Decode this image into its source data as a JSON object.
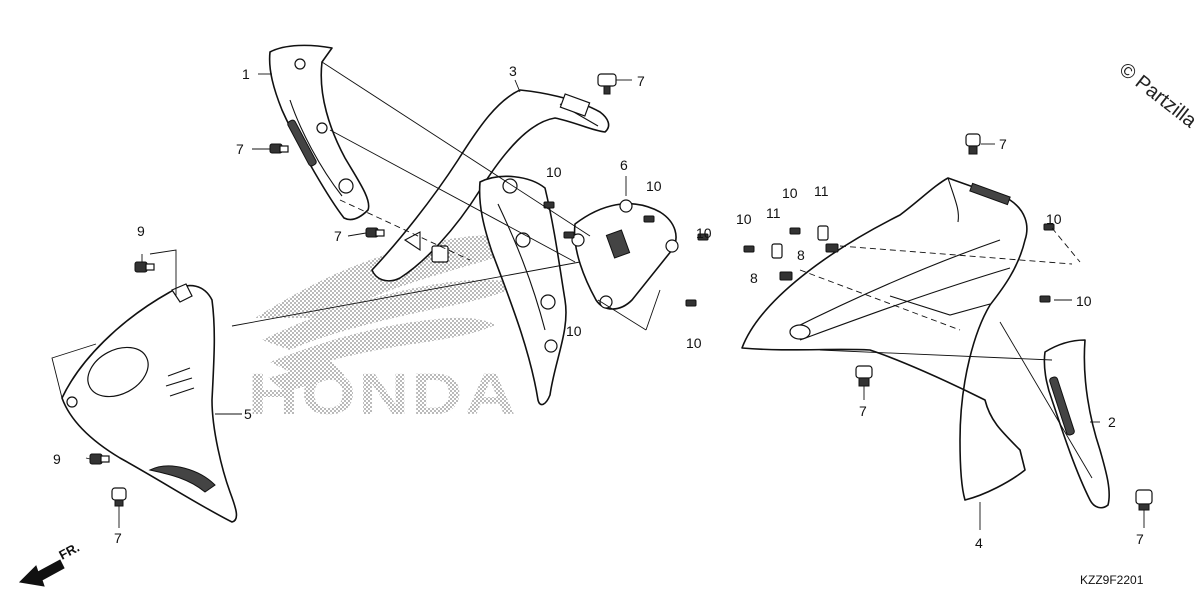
{
  "watermark": {
    "brand_text": "HONDA",
    "copyright_text": "© Partzilla"
  },
  "diagram_code": "KZZ9F2201",
  "front_arrow_label": "FR.",
  "callouts": {
    "c1": "1",
    "c2": "2",
    "c3": "3",
    "c4": "4",
    "c5": "5",
    "c6": "6",
    "c7a": "7",
    "c7b": "7",
    "c7c": "7",
    "c7d": "7",
    "c7e": "7",
    "c7f": "7",
    "c7g": "7",
    "c8a": "8",
    "c8b": "8",
    "c9a": "9",
    "c9b": "9",
    "c10a": "10",
    "c10b": "10",
    "c10c": "10",
    "c10d": "10",
    "c10e": "10",
    "c10f": "10",
    "c10g": "10",
    "c10h": "10",
    "c10i": "10",
    "c11a": "11",
    "c11b": "11"
  }
}
